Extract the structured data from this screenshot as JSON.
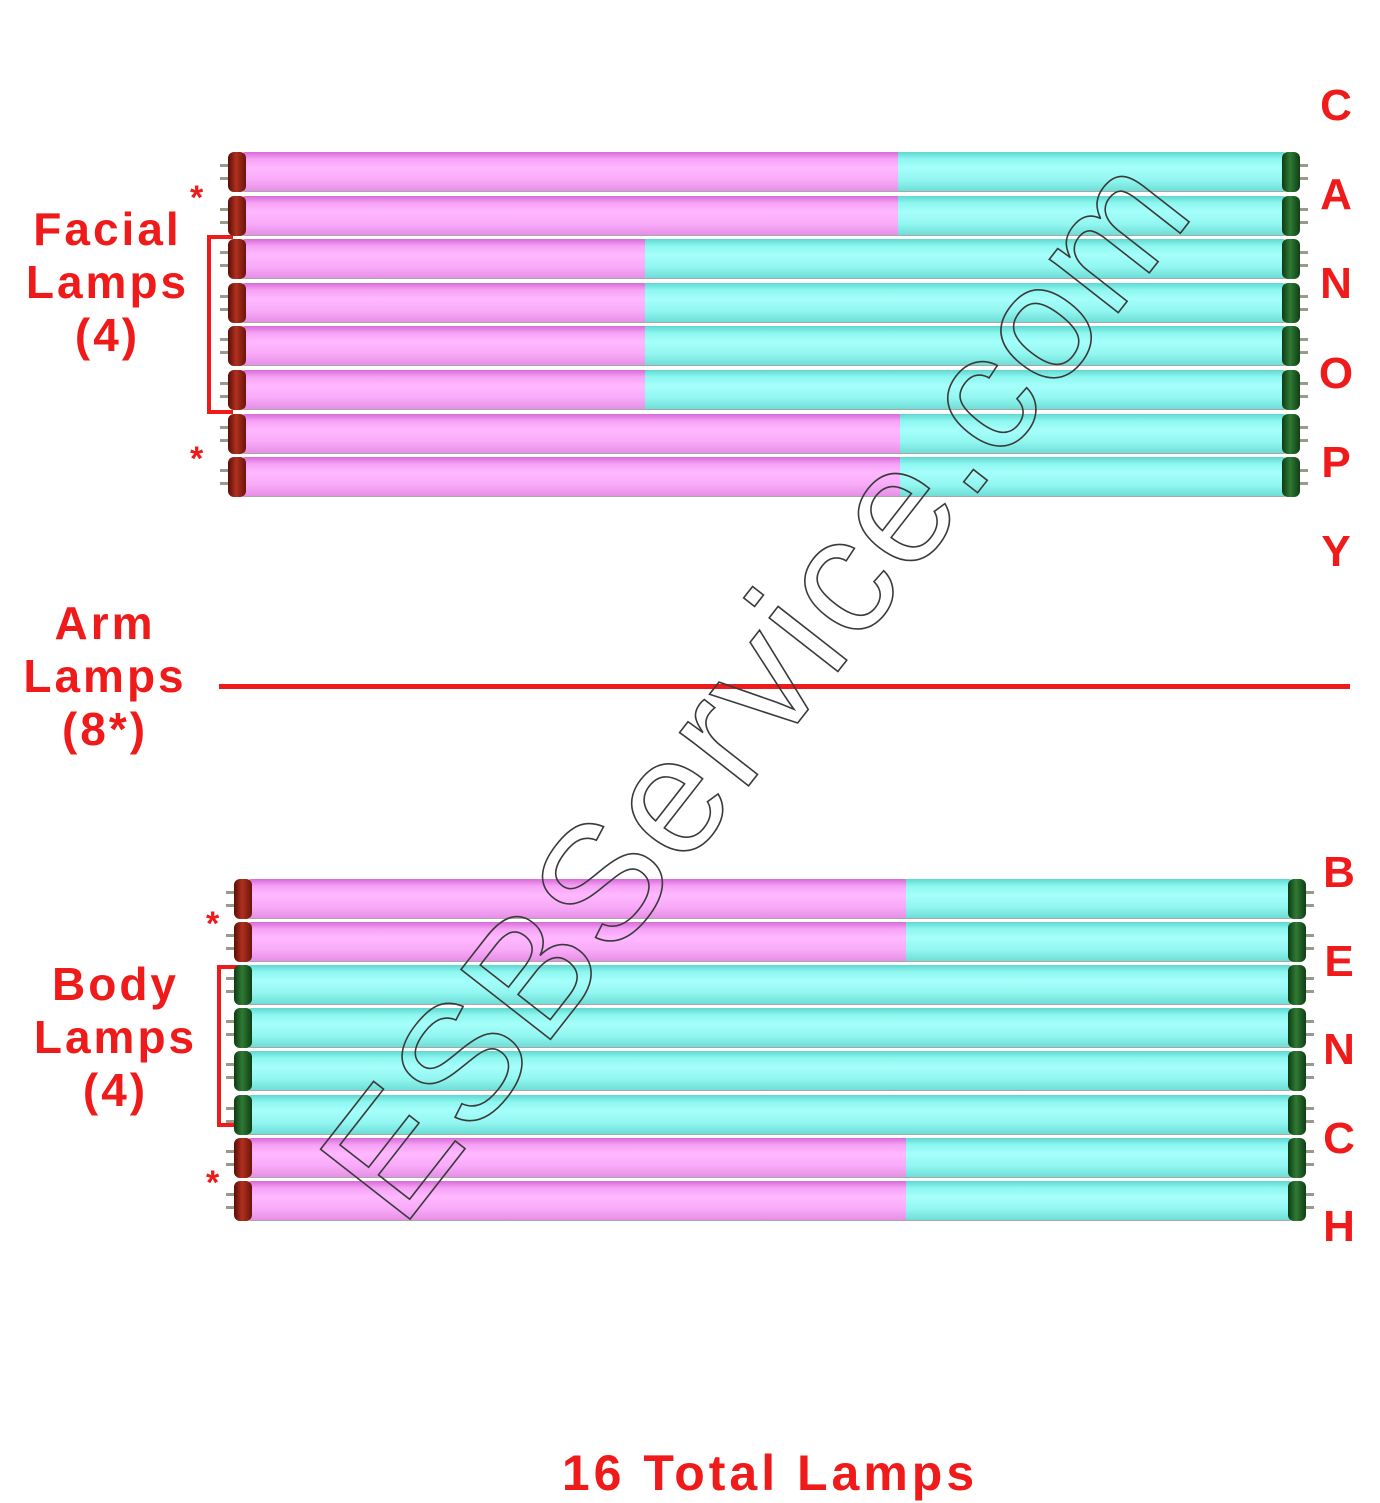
{
  "sections": {
    "facial": {
      "label_lines": [
        "Facial",
        "Lamps",
        "(4)"
      ],
      "lamps": [
        {
          "left_cap": "red",
          "segments": [
            {
              "color": "pink",
              "fraction": 0.628
            },
            {
              "color": "cyan",
              "fraction": 0.372
            }
          ],
          "asterisk": false
        },
        {
          "left_cap": "red",
          "segments": [
            {
              "color": "pink",
              "fraction": 0.628
            },
            {
              "color": "cyan",
              "fraction": 0.372
            }
          ],
          "asterisk": true
        },
        {
          "left_cap": "red",
          "segments": [
            {
              "color": "pink",
              "fraction": 0.386
            },
            {
              "color": "cyan",
              "fraction": 0.614
            }
          ],
          "asterisk": false
        },
        {
          "left_cap": "red",
          "segments": [
            {
              "color": "pink",
              "fraction": 0.386
            },
            {
              "color": "cyan",
              "fraction": 0.614
            }
          ],
          "asterisk": false
        },
        {
          "left_cap": "red",
          "segments": [
            {
              "color": "pink",
              "fraction": 0.386
            },
            {
              "color": "cyan",
              "fraction": 0.614
            }
          ],
          "asterisk": false
        },
        {
          "left_cap": "red",
          "segments": [
            {
              "color": "pink",
              "fraction": 0.386
            },
            {
              "color": "cyan",
              "fraction": 0.614
            }
          ],
          "asterisk": false
        },
        {
          "left_cap": "red",
          "segments": [
            {
              "color": "pink",
              "fraction": 0.63
            },
            {
              "color": "cyan",
              "fraction": 0.37
            }
          ],
          "asterisk": false
        },
        {
          "left_cap": "red",
          "segments": [
            {
              "color": "pink",
              "fraction": 0.63
            },
            {
              "color": "cyan",
              "fraction": 0.37
            }
          ],
          "asterisk": true
        }
      ]
    },
    "arm": {
      "label_lines": [
        "Arm",
        "Lamps",
        "(8*)"
      ]
    },
    "body": {
      "label_lines": [
        "Body",
        "Lamps",
        "(4)"
      ],
      "lamps": [
        {
          "left_cap": "red",
          "segments": [
            {
              "color": "pink",
              "fraction": 0.63
            },
            {
              "color": "cyan",
              "fraction": 0.37
            }
          ],
          "asterisk": false
        },
        {
          "left_cap": "red",
          "segments": [
            {
              "color": "pink",
              "fraction": 0.63
            },
            {
              "color": "cyan",
              "fraction": 0.37
            }
          ],
          "asterisk": true
        },
        {
          "left_cap": "green",
          "segments": [
            {
              "color": "cyan",
              "fraction": 1.0
            }
          ],
          "asterisk": false
        },
        {
          "left_cap": "green",
          "segments": [
            {
              "color": "cyan",
              "fraction": 1.0
            }
          ],
          "asterisk": false
        },
        {
          "left_cap": "green",
          "segments": [
            {
              "color": "cyan",
              "fraction": 1.0
            }
          ],
          "asterisk": false
        },
        {
          "left_cap": "green",
          "segments": [
            {
              "color": "cyan",
              "fraction": 1.0
            }
          ],
          "asterisk": false
        },
        {
          "left_cap": "red",
          "segments": [
            {
              "color": "pink",
              "fraction": 0.63
            },
            {
              "color": "cyan",
              "fraction": 0.37
            }
          ],
          "asterisk": false
        },
        {
          "left_cap": "red",
          "segments": [
            {
              "color": "pink",
              "fraction": 0.63
            },
            {
              "color": "cyan",
              "fraction": 0.37
            }
          ],
          "asterisk": true
        }
      ]
    }
  },
  "asterisk_symbol": "*",
  "canopy_letters": [
    "C",
    "A",
    "N",
    "O",
    "P",
    "Y"
  ],
  "bench_letters": [
    "B",
    "E",
    "N",
    "C",
    "H"
  ],
  "footer": "16 Total Lamps",
  "watermark": "ESBService.com",
  "colors": {
    "label_red": "#ef1b1b",
    "lamp_pink": "#ffb8ff",
    "lamp_cyan": "#a6fffb",
    "cap_red": "#9b2a1a",
    "cap_green": "#2a6a2e"
  }
}
